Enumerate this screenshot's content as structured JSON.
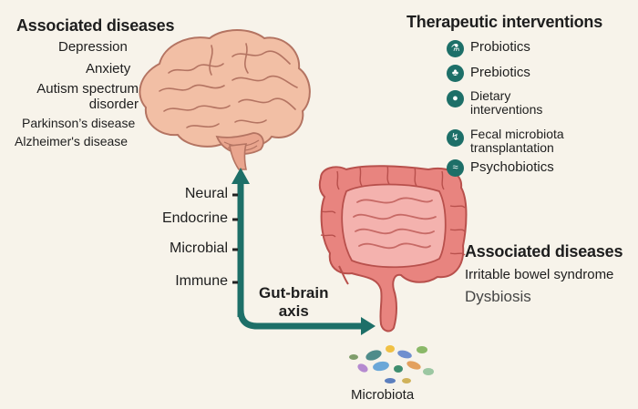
{
  "brain_diseases": {
    "heading": "Associated diseases",
    "items": [
      "Depression",
      "Anxiety",
      "Autism spectrum\ndisorder",
      "Parkinson’s disease",
      "Alzheimer's disease"
    ]
  },
  "therapies": {
    "heading": "Therapeutic interventions",
    "items": [
      {
        "label": "Probiotics",
        "icon": "flask-icon"
      },
      {
        "label": "Prebiotics",
        "icon": "seedling-icon"
      },
      {
        "label": "Dietary\ninterventions",
        "icon": "apple-icon"
      },
      {
        "label": "Fecal microbiota\ntransplantation",
        "icon": "transplant-icon"
      },
      {
        "label": "Psychobiotics",
        "icon": "dna-icon"
      }
    ]
  },
  "pathways": [
    "Neural",
    "Endocrine",
    "Microbial",
    "Immune"
  ],
  "axis_label": "Gut-brain\naxis",
  "gut_diseases": {
    "heading": "Associated diseases",
    "items": [
      "Irritable bowel syndrome",
      "Dysbiosis"
    ]
  },
  "microbiota_label": "Microbiota",
  "colors": {
    "background": "#f7f3ea",
    "arrow": "#1d6f68",
    "brain": "#f2bfa5",
    "intestine": "#e8847f",
    "small_intestine": "#f4b2ae"
  }
}
